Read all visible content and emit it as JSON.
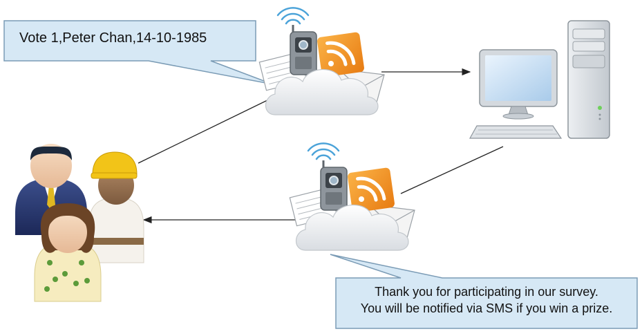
{
  "callouts": {
    "request": "Vote 1,Peter Chan,14-10-1985",
    "reply_line1": "Thank you for participating in our survey.",
    "reply_line2": "You will be notified via SMS if you win a prize."
  },
  "icons": {
    "users": "people-group-icon",
    "cloud_in": "sms-cloud-icon",
    "cloud_out": "sms-cloud-icon",
    "server": "desktop-computer-icon"
  },
  "colors": {
    "callout_fill": "#d6e8f5",
    "callout_border": "#7a9bb5",
    "rss_orange": "#f39a1e",
    "monitor_screen": "#cfe3f6"
  }
}
